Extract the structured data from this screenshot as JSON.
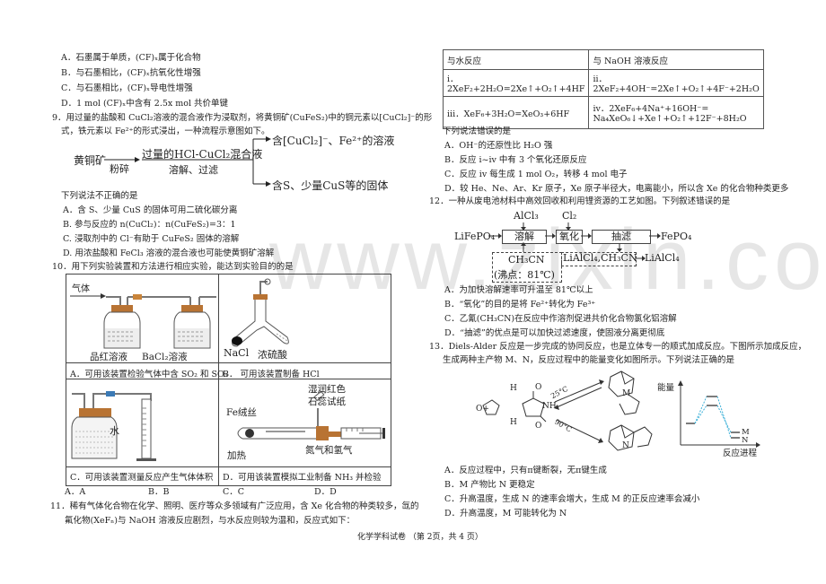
{
  "footer": "化学学科试卷 （第 2页，共 4 页）",
  "watermark": "www.zixin.com.cn",
  "left_column": {
    "q8_options": [
      "A．石墨属于单质，(CF)ₓ属于化合物",
      "B．与石墨相比，(CF)ₓ抗氧化性增强",
      "C．与石墨相比，(CF)ₓ导电性增强",
      "D．1 mol (CF)ₓ中含有 2.5x mol 共价单键"
    ],
    "q9": {
      "stem_line1": "9．用过量的盐酸和 CuCl₂溶液的混合液作为浸取剂，将黄铜矿(CuFeS₂)中的铜元素以[CuCl₂]⁻的形",
      "stem_line2": "式，铁元素以 Fe²⁺的形式浸出，一种流程示意图如下。",
      "flow": {
        "start": "黄铜矿",
        "step1": "粉碎",
        "reagent": "过量的HCl-CuCl₂混合液",
        "step2": "溶解、过滤",
        "out_top": "含[CuCl₂]⁻、Fe²⁺的溶液",
        "out_bottom": "含S、少量CuS等的固体"
      },
      "question": "下列说法不正确的是",
      "options": [
        "A．含 S、少量 CuS 的固体可用二硫化碳分离",
        "B. 参与反应的 n(CuCl₂)：n(CuFeS₂)=3：1",
        "C. 浸取剂中的 Cl⁻有助于 CuFeS₂ 固体的溶解",
        "D. 用浓盐酸和 FeCl₃ 溶液的混合液也可能使黄铜矿溶解"
      ]
    },
    "q10": {
      "stem": "10．用下列实验装置和方法进行相应实验，能达到实验目的的是",
      "cells": [
        {
          "labels": [
            "气体",
            "品红溶液",
            "BaCl₂溶液"
          ],
          "caption": "A．可用该装置检验气体中含 SO₂ 和 SO₃"
        },
        {
          "labels": [
            "NaCl",
            "浓硫酸"
          ],
          "caption": "B．  可用该装置制备 HCl"
        },
        {
          "labels": [
            "水"
          ],
          "caption": "C．可用该装置测量反应产生气体体积"
        },
        {
          "labels": [
            "Fe绒丝",
            "湿润红色",
            "石蕊试纸",
            "加热",
            "氮气和氢气"
          ],
          "caption": "D．可用该装置模拟工业制备 NH₃ 并检验"
        }
      ],
      "choices": [
        "A．A",
        "B．B",
        "C．C",
        "D．D"
      ]
    },
    "q11_intro": {
      "line1": "11．稀有气体化合物在化学、照明、医疗等众多领域有广泛应用，含 Xe 化合物的种类较多，氙的",
      "line2": "氟化物(XeFₙ)与 NaOH 溶液反应剧烈，与水反应则较为温和，反应式如下："
    }
  },
  "right_column": {
    "q11_table": {
      "headers": [
        "与水反应",
        "与 NaOH 溶液反应"
      ],
      "rows": [
        [
          "i．2XeF₂+2H₂O=2Xe↑+O₂↑+4HF",
          "ii．2XeF₂+4OH⁻=2Xe↑+O₂↑+4F⁻+2H₂O"
        ],
        [
          "iii．XeF₆+3H₂O=XeO₃+6HF",
          "iv．2XeF₆+4Na⁺+16OH⁻=",
          "Na₄XeO₆↓+Xe↑+O₂↑+12F⁻+8H₂O"
        ]
      ]
    },
    "q11": {
      "question": "下列说法错误的是",
      "options": [
        "A．OH⁻的还原性比 H₂O 强",
        "B．反应 i~iv 中有 3 个氧化还原反应",
        "C．反应 iv 每生成 1 mol O₂，转移 4 mol 电子",
        "D．较 He、Ne、Ar、Kr 原子，Xe 原子半径大，电离能小，所以含 Xe 的化合物种类更多"
      ]
    },
    "q12": {
      "stem": "12．一种从废电池材料中高效回收和利用锂资源的工艺如图。下列叙述错误的是",
      "flow": {
        "input": "LiFePO₄",
        "reagent1": "AlCl₃",
        "box1": "溶解",
        "reagent2": "Cl₂",
        "box2": "氧化",
        "box3": "抽滤",
        "output1": "FePO₄",
        "solvent_line1": "CH₃CN",
        "solvent_line2": "(沸点：81℃)",
        "filtrate": "LiAlCl₄,CH₃CN",
        "output2": "LiAlCl₄"
      },
      "options": [
        "A．为加快溶解速率可升温至 81℃以上",
        "B．“氧化”的目的是将 Fe²⁺转化为 Fe³⁺",
        "C．乙氰(CH₃CN)在反应中作溶剂促进共价化合物氯化铝溶解",
        "D．“抽滤”的优点是可以加快过滤速度，使固液分离更彻底"
      ]
    },
    "q13": {
      "stem_line1": "13．Diels-Alder 反应是一步完成的协同反应，也是立体专一的顺式加成反应。下图所示加成反应，",
      "stem_line2": "生成两种主产物 M、N，反应过程中的能量变化如图所示。下列说法正确的是",
      "scheme_labels": {
        "plus": "O+",
        "temp_top": "25°C",
        "temp_bottom": "90°C",
        "prod_top": "M",
        "prod_bottom": "N",
        "H": "H",
        "NH": "NH",
        "O": "O"
      },
      "energy_chart": {
        "ylabel": "能量",
        "xlabel": "反应进程",
        "labels": [
          "M",
          "N"
        ]
      },
      "options": [
        "A．反应过程中，只有π键断裂，无π键生成",
        "B．M 产物比 N 更稳定",
        "C．升高温度，生成 N 的速率会增大，生成 M 的正反应速率会减小",
        "D．升高温度，M 可能转化为 N"
      ]
    }
  }
}
